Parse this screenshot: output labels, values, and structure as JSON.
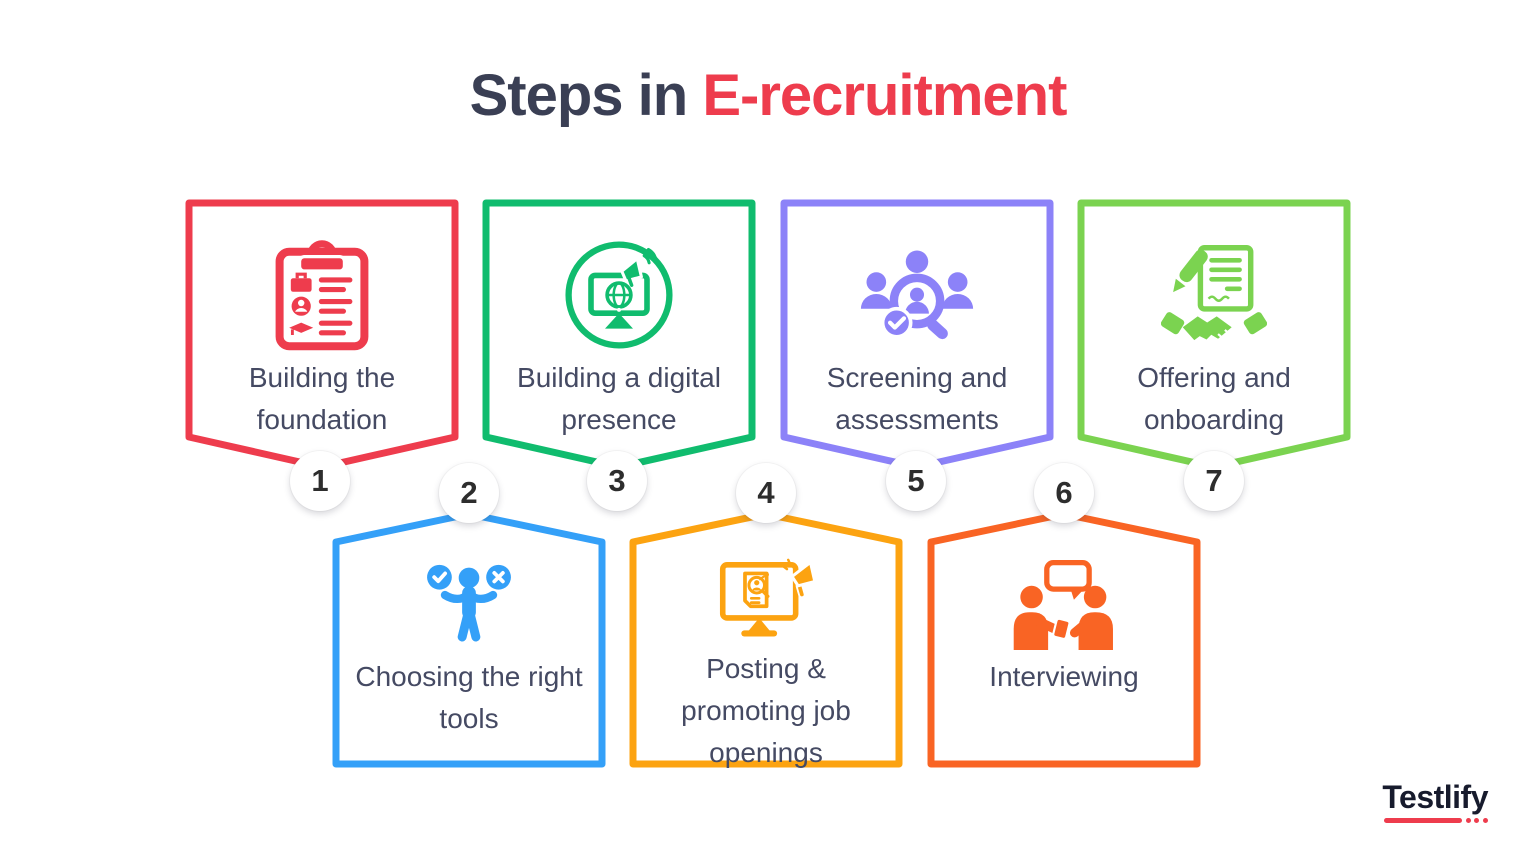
{
  "title": {
    "prefix": "Steps in ",
    "highlight": "E-recruitment"
  },
  "title_colors": {
    "prefix": "#3a3f54",
    "highlight": "#ee3c4d"
  },
  "steps": [
    {
      "number": "1",
      "label": "Building the foundation",
      "color": "#ee3c4d",
      "icon": "clipboard-checklist-icon",
      "row": "top"
    },
    {
      "number": "2",
      "label": "Choosing the right tools",
      "color": "#34a0f8",
      "icon": "person-check-x-icon",
      "row": "bottom"
    },
    {
      "number": "3",
      "label": "Building a digital presence",
      "color": "#10bc6e",
      "icon": "monitor-globe-megaphone-icon",
      "row": "top"
    },
    {
      "number": "4",
      "label": "Posting & promoting job openings",
      "color": "#fca311",
      "icon": "monitor-resume-megaphone-icon",
      "row": "bottom"
    },
    {
      "number": "5",
      "label": "Screening and assessments",
      "color": "#8c82f8",
      "icon": "people-magnifier-check-icon",
      "row": "top"
    },
    {
      "number": "6",
      "label": "Interviewing",
      "color": "#f96424",
      "icon": "people-chat-icon",
      "row": "bottom"
    },
    {
      "number": "7",
      "label": "Offering and onboarding",
      "color": "#7bd350",
      "icon": "document-pen-handshake-icon",
      "row": "top"
    }
  ],
  "label_text_color": "#454a63",
  "background_color": "#ffffff",
  "logo": {
    "text": "Testlify",
    "text_color": "#171b2d",
    "accent_color": "#ee3c4d"
  }
}
